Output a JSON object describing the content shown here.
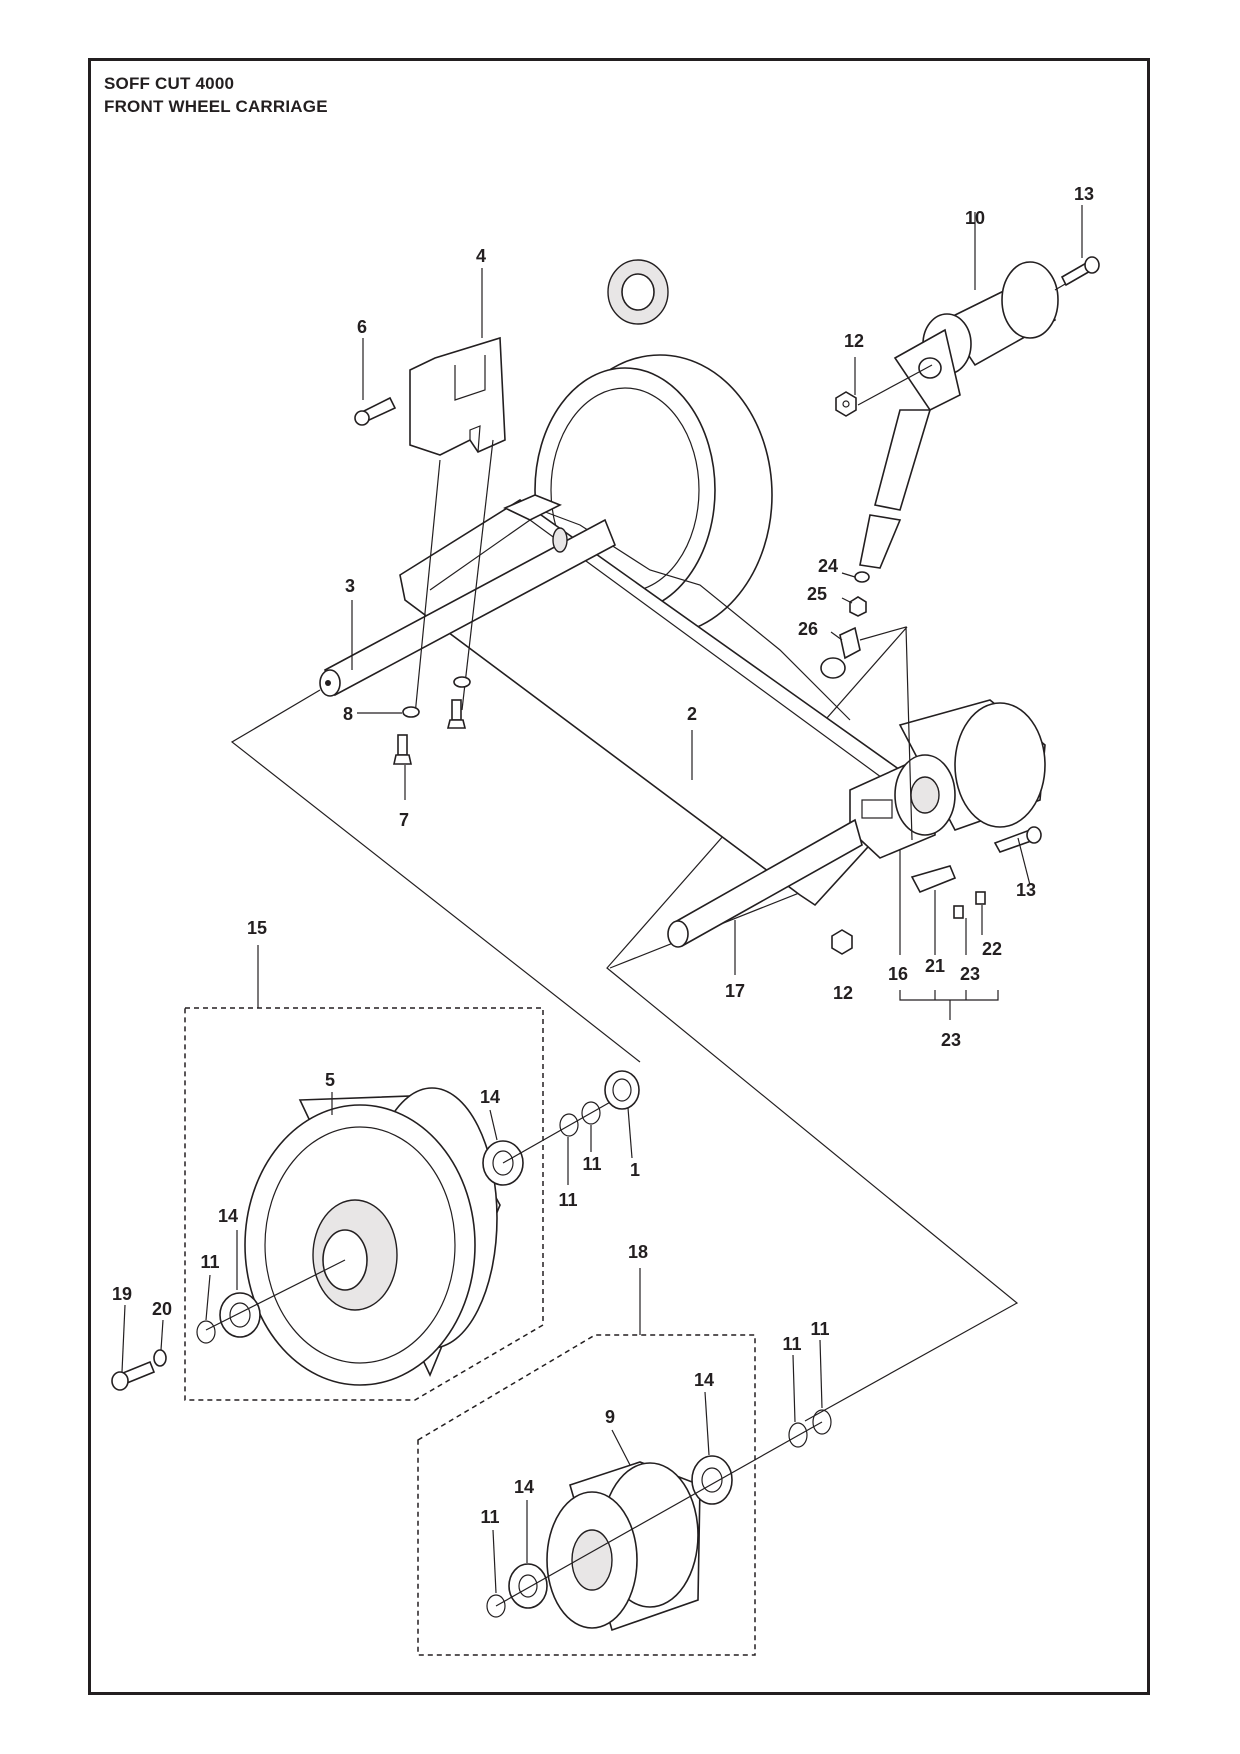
{
  "title": {
    "line1": "SOFF CUT 4000",
    "line2": "FRONT WHEEL CARRIAGE"
  },
  "callouts": [
    {
      "id": "c1",
      "label": "1"
    },
    {
      "id": "c2",
      "label": "2"
    },
    {
      "id": "c3",
      "label": "3"
    },
    {
      "id": "c4",
      "label": "4"
    },
    {
      "id": "c5",
      "label": "5"
    },
    {
      "id": "c6",
      "label": "6"
    },
    {
      "id": "c7",
      "label": "7"
    },
    {
      "id": "c8",
      "label": "8"
    },
    {
      "id": "c9",
      "label": "9"
    },
    {
      "id": "c10",
      "label": "10"
    },
    {
      "id": "c11a",
      "label": "11"
    },
    {
      "id": "c11b",
      "label": "11"
    },
    {
      "id": "c11c",
      "label": "11"
    },
    {
      "id": "c11d",
      "label": "11"
    },
    {
      "id": "c11e",
      "label": "11"
    },
    {
      "id": "c11f",
      "label": "11"
    },
    {
      "id": "c12a",
      "label": "12"
    },
    {
      "id": "c12b",
      "label": "12"
    },
    {
      "id": "c13a",
      "label": "13"
    },
    {
      "id": "c13b",
      "label": "13"
    },
    {
      "id": "c14a",
      "label": "14"
    },
    {
      "id": "c14b",
      "label": "14"
    },
    {
      "id": "c14c",
      "label": "14"
    },
    {
      "id": "c14d",
      "label": "14"
    },
    {
      "id": "c15",
      "label": "15"
    },
    {
      "id": "c16",
      "label": "16"
    },
    {
      "id": "c17",
      "label": "17"
    },
    {
      "id": "c18",
      "label": "18"
    },
    {
      "id": "c19",
      "label": "19"
    },
    {
      "id": "c20",
      "label": "20"
    },
    {
      "id": "c21",
      "label": "21"
    },
    {
      "id": "c22",
      "label": "22"
    },
    {
      "id": "c23a",
      "label": "23"
    },
    {
      "id": "c23b",
      "label": "23"
    },
    {
      "id": "c24",
      "label": "24"
    },
    {
      "id": "c25",
      "label": "25"
    },
    {
      "id": "c26",
      "label": "26"
    }
  ]
}
